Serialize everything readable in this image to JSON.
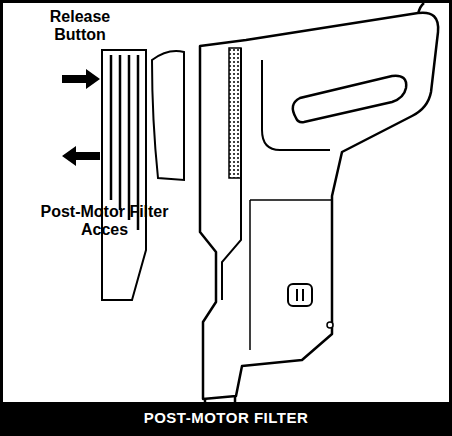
{
  "diagram": {
    "title": "POST-MOTOR FILTER",
    "labels": [
      "Release Button",
      "Post-Motor Filter Acces"
    ]
  }
}
